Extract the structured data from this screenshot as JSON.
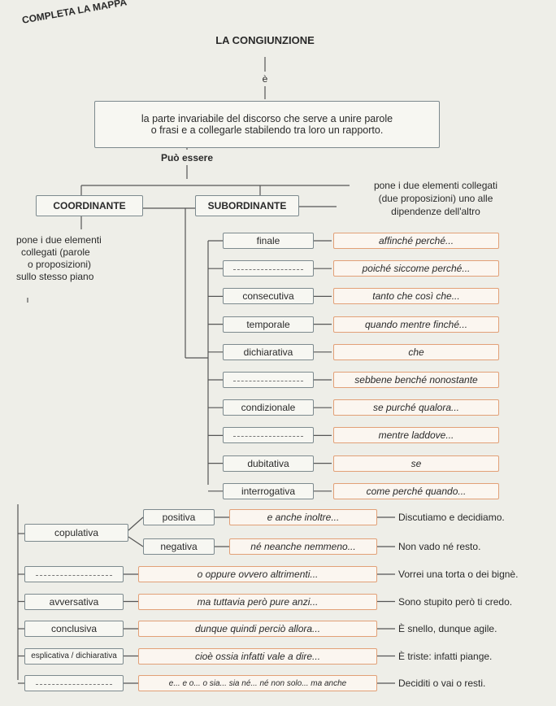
{
  "header": {
    "title": "COMPLETA LA MAPPA",
    "topic": "LA CONGIUNZIONE",
    "is": "è"
  },
  "definition": {
    "line1": "la parte invariabile del discorso che serve a unire parole",
    "line2": "o frasi e a collegarle stabilendo tra loro un rapporto."
  },
  "can_be": "Può essere",
  "coordinante": {
    "label": "COORDINANTE",
    "desc": [
      "pone i due elementi",
      "collegati (parole",
      "o proposizioni)",
      "sullo stesso piano"
    ]
  },
  "subordinante": {
    "label": "SUBORDINANTE",
    "desc": [
      "pone i due elementi collegati",
      "(due proposizioni) uno alle",
      "dipendenze dell'altro"
    ]
  },
  "subordinate_rows": [
    {
      "type": "finale",
      "examples": "affinché   perché..."
    },
    {
      "type": "",
      "examples": "poiché   siccome   perché..."
    },
    {
      "type": "consecutiva",
      "examples": "tanto che   così che..."
    },
    {
      "type": "temporale",
      "examples": "quando   mentre   finché..."
    },
    {
      "type": "dichiarativa",
      "examples": "che"
    },
    {
      "type": "",
      "examples": "sebbene   benché   nonostante"
    },
    {
      "type": "condizionale",
      "examples": "se   purché   qualora..."
    },
    {
      "type": "",
      "examples": "mentre   laddove..."
    },
    {
      "type": "dubitativa",
      "examples": "se"
    },
    {
      "type": "interrogativa",
      "examples": "come   perché   quando..."
    }
  ],
  "copulativa": {
    "label": "copulativa",
    "positiva": {
      "label": "positiva",
      "examples": "e   anche   inoltre...",
      "sentence": "Discutiamo e decidiamo."
    },
    "negativa": {
      "label": "negativa",
      "examples": "né   neanche   nemmeno...",
      "sentence": "Non vado né resto."
    }
  },
  "coord_rows": [
    {
      "type": "",
      "examples": "o   oppure   ovvero   altrimenti...",
      "sentence": "Vorrei una torta o dei bignè."
    },
    {
      "type": "avversativa",
      "examples": "ma   tuttavia   però   pure   anzi...",
      "sentence": "Sono stupito però ti credo."
    },
    {
      "type": "conclusiva",
      "examples": "dunque   quindi   perciò   allora...",
      "sentence": "È snello, dunque agile."
    },
    {
      "type": "esplicativa / dichiarativa",
      "examples": "cioè   ossia   infatti   vale a dire...",
      "sentence": "È triste: infatti piange."
    },
    {
      "type": "",
      "examples": "e... e   o... o   sia... sia   né... né   non solo... ma anche",
      "sentence": "Deciditi o vai o resti."
    }
  ]
}
